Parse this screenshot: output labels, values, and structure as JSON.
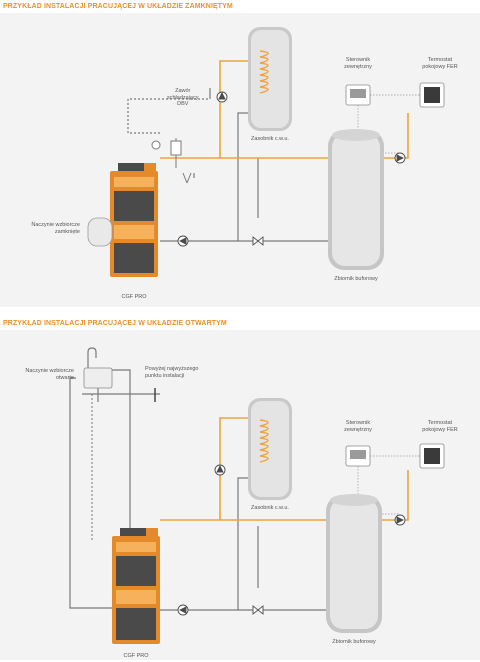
{
  "closed": {
    "heading": "PRZYKŁAD INSTALACJI PRACUJĄCEJ W UKŁADZIE ZAMKNIĘTYM",
    "labels": {
      "valve": [
        "Zawór",
        "schładzający",
        "DBV"
      ],
      "expansion": [
        "Naczynie wzbiorcze",
        "zamknięte"
      ],
      "boiler": "CGF PRO",
      "dhw_tank": "Zasobnik c.w.u.",
      "controller": [
        "Sterownik",
        "zewnętrzny"
      ],
      "thermostat": [
        "Termostat",
        "pokojowy FER"
      ],
      "buffer": "Zbiornik buforowy"
    }
  },
  "open": {
    "heading": "PRZYKŁAD INSTALACJI PRACUJĄCEJ W UKŁADZIE OTWARTYM",
    "labels": {
      "expansion": [
        "Naczynie wzbiorcze",
        "otwarte"
      ],
      "above": [
        "Powyżej najwyższego",
        "punktu instalacji"
      ],
      "boiler": "CGF PRO",
      "dhw_tank": "Zasobnik c.w.u.",
      "controller": [
        "Sterownik",
        "zewnętrzny"
      ],
      "thermostat": [
        "Termostat",
        "pokojowy FER"
      ],
      "buffer": "Zbiornik buforowy"
    }
  },
  "colors": {
    "hot_pipe": "#f0a33a",
    "cold_pipe": "#7a7a7a",
    "boiler_body": "#e58a2a",
    "boiler_dark": "#4a4a4a",
    "tank_body": "#c9c9c9",
    "coil": "#f0a33a",
    "heading": "#e8912a",
    "panel_bg": "#f3f3f3"
  }
}
